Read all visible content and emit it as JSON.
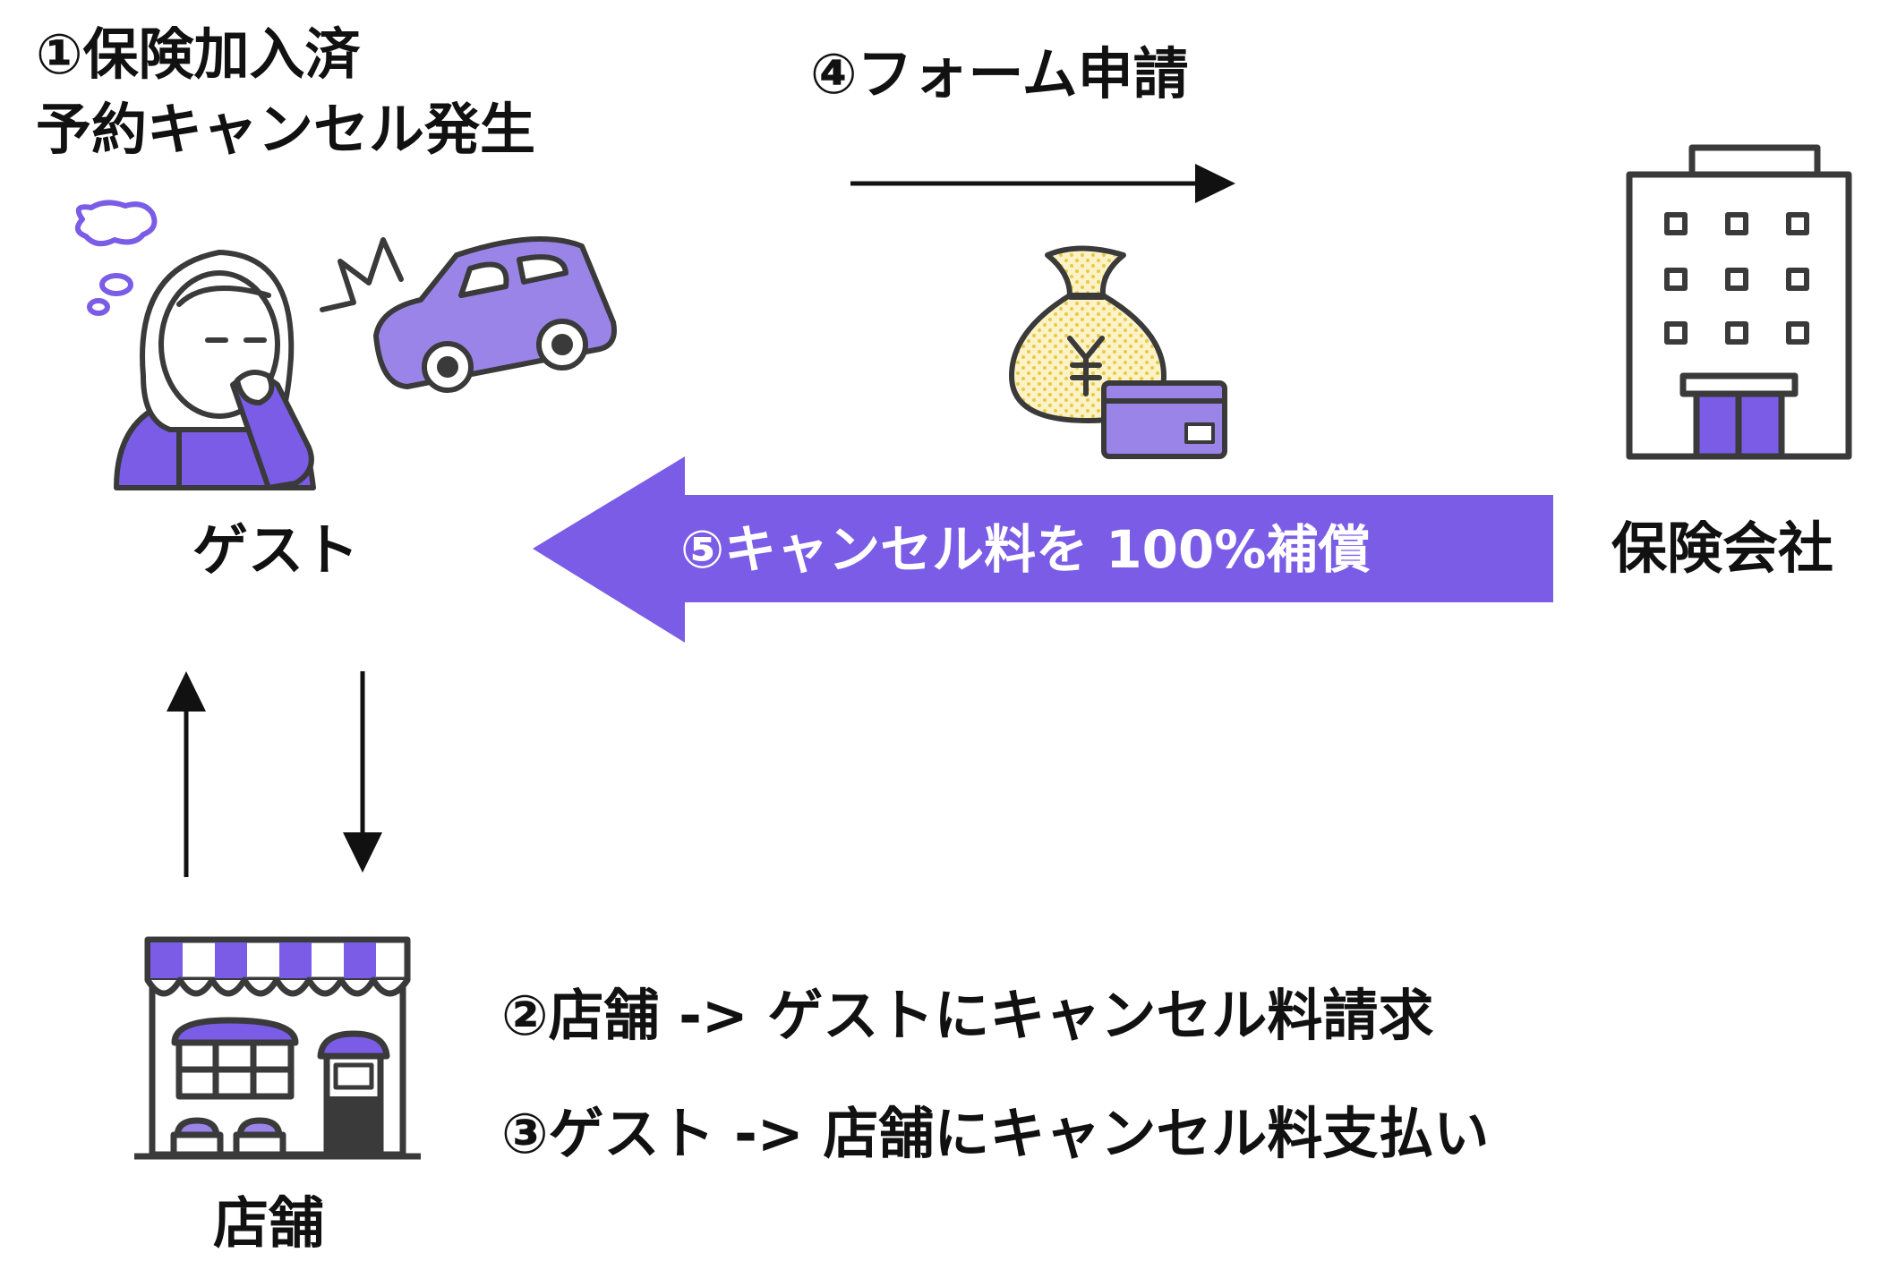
{
  "step1": {
    "line1": "①保険加入済",
    "line2": "予約キャンセル発生"
  },
  "step4": {
    "label": "④フォーム申請"
  },
  "step5": {
    "label": "⑤キャンセル料を 100%補償"
  },
  "step2": {
    "label": "②店舗 -> ゲストにキャンセル料請求"
  },
  "step3": {
    "label": "③ゲスト -> 店舗にキャンセル料支払い"
  },
  "nodes": {
    "guest": {
      "label": "ゲスト"
    },
    "insurer": {
      "label": "保険会社"
    },
    "store": {
      "label": "店舗"
    }
  },
  "icons": {
    "guest": "worried-person-icon",
    "car": "car-accident-icon",
    "money": "yen-money-bag-and-card-icon",
    "insurer": "office-building-icon",
    "store": "storefront-icon"
  },
  "colors": {
    "accent": "#7B5CE6",
    "accent_light": "#9B84E8",
    "outline": "#3A3A3A",
    "bag_fill": "#F4E7A0",
    "text": "#111111"
  }
}
